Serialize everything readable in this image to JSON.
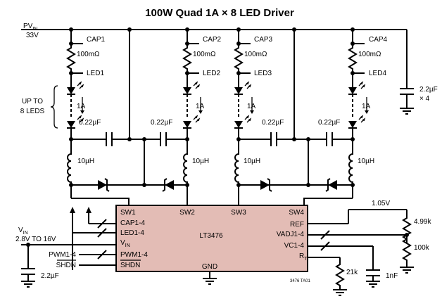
{
  "title": "100W Quad 1A × 8 LED Driver",
  "supply": {
    "name_main": "PV",
    "name_sub": "IN",
    "voltage": "33V"
  },
  "channels": [
    {
      "cap": "CAP1",
      "led": "LED1"
    },
    {
      "cap": "CAP2",
      "led": "LED2"
    },
    {
      "cap": "CAP3",
      "led": "LED3"
    },
    {
      "cap": "CAP4",
      "led": "LED4"
    }
  ],
  "sense_resistor": "100mΩ",
  "led_current": "1A",
  "led_count_note": [
    "UP TO",
    "8 LEDS"
  ],
  "boost_cap": "0.22µF",
  "inductor": "10µH",
  "output_cap": {
    "value": "2.2µF",
    "mult": "× 4"
  },
  "ic": {
    "name": "LT3476",
    "top_pins": [
      "SW1",
      "SW2",
      "SW3",
      "SW4"
    ],
    "left_pins": [
      "CAP1-4",
      "LED1-4",
      "VIN",
      "PWM1-4",
      "SHDN"
    ],
    "vin_pin": {
      "main": "V",
      "sub": "IN"
    },
    "shdn_pin": "SHDN",
    "right_pins": [
      "REF",
      "VADJ1-4",
      "VC1-4"
    ],
    "rt_pin": {
      "main": "R",
      "sub": "T"
    },
    "bottom_pin": "GND",
    "code": "3476 TA01"
  },
  "vin": {
    "main": "V",
    "sub": "IN",
    "range": "2.8V TO 16V"
  },
  "pwm_label": "PWM1-4",
  "shdn_label": "SHDN",
  "vin_cap": "2.2µF",
  "ref_voltage": "1.05V",
  "r_top": "4.99k",
  "r_bottom": "100k",
  "rt_resistor": "21k",
  "vc_cap": "1nF"
}
